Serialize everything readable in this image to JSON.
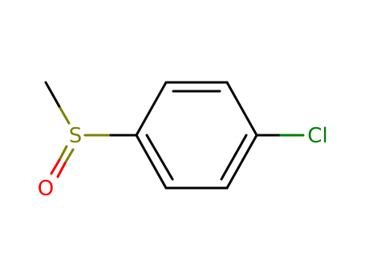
{
  "molecule": {
    "atoms": [
      {
        "id": "S",
        "symbol": "S",
        "color": "#808000"
      },
      {
        "id": "O",
        "symbol": "O",
        "color": "#ff0000"
      },
      {
        "id": "Cl",
        "symbol": "Cl",
        "color": "#008000"
      }
    ],
    "bond_color": "#000000"
  }
}
